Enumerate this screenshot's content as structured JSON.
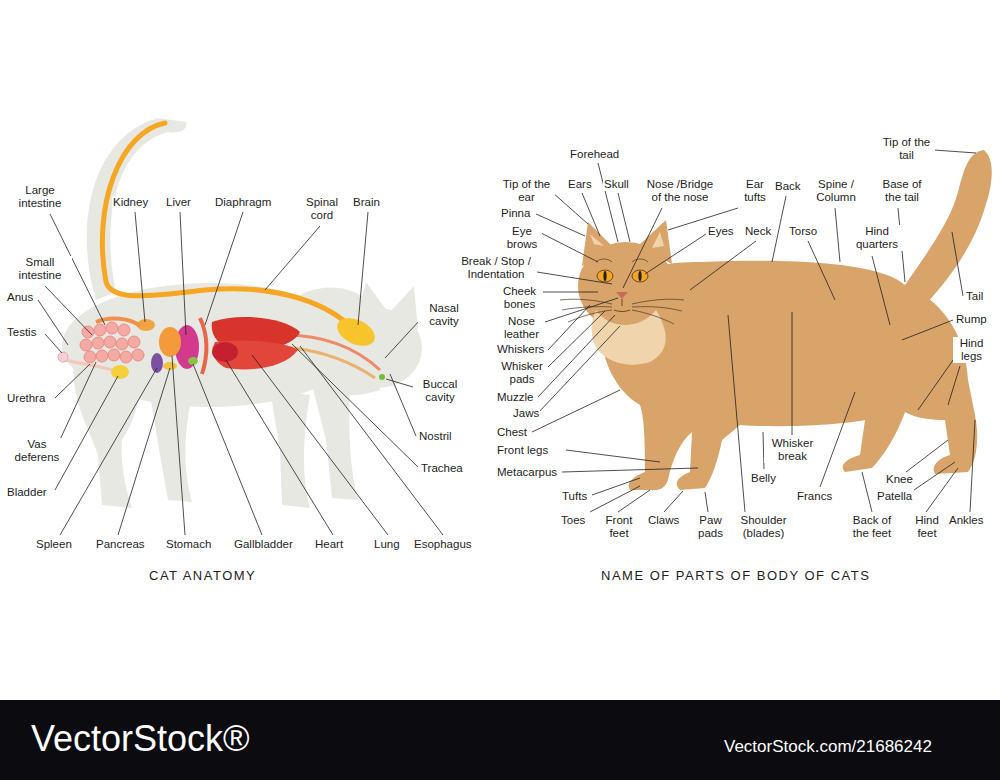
{
  "diagram": {
    "labels": [
      "Large intestine",
      "Kidney",
      "Liver",
      "Diaphragm",
      "Spinal cord",
      "Brain",
      "Small intestine",
      "Anus",
      "Testis",
      "Nasal cavity",
      "Buccal cavity",
      "Urethra",
      "Nostril",
      "Vas deferens",
      "Trachea",
      "Bladder",
      "Spleen",
      "Pancreas",
      "Stomach",
      "Gallbladder",
      "Heart",
      "Lung",
      "Esophagus",
      "CAT ANATOMY",
      "Tip of the tail",
      "Forehead",
      "Tip of the ear",
      "Ears",
      "Skull",
      "Nose /Bridge of the nose",
      "Ear tufts",
      "Back",
      "Spine / Column",
      "Base of the tail",
      "Pinna",
      "Eye brows",
      "Eyes",
      "Neck",
      "Torso",
      "Hind quarters",
      "Break / Stop / Indentation",
      "Cheek bones",
      "Tail",
      "Rump",
      "Nose leather",
      "Hind legs",
      "Whiskers",
      "Whisker pads",
      "Muzzle",
      "Jaws",
      "Chest",
      "Whisker break",
      "Front legs",
      "Metacarpus",
      "Belly",
      "Knee",
      "Tufts",
      "Francs",
      "Patella",
      "Toes",
      "Front feet",
      "Claws",
      "Paw pads",
      "Shoulder (blades)",
      "Back of the feet",
      "Hind feet",
      "Ankles",
      "NAME OF PARTS OF BODY OF CATS",
      "VectorStock®",
      "VectorStock.com/21686242"
    ]
  }
}
